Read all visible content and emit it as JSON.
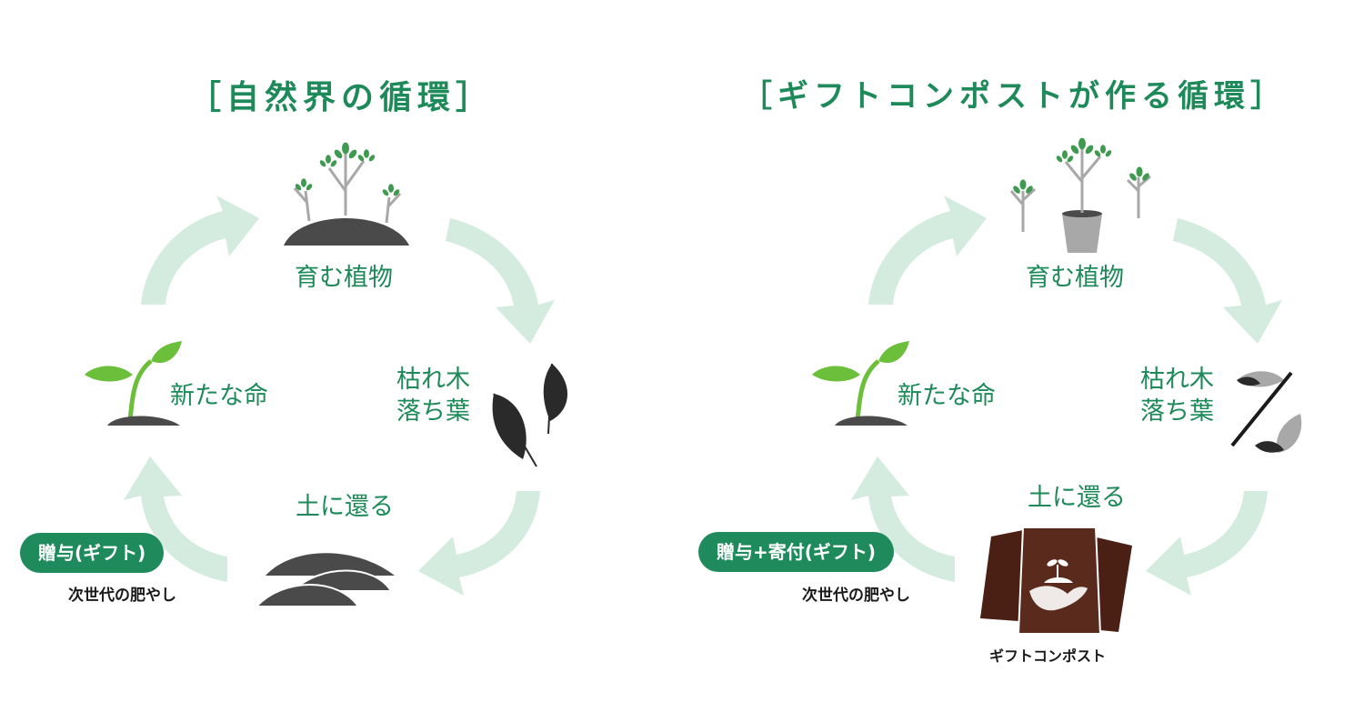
{
  "left": {
    "title": "［自然界の循環］",
    "stages": {
      "growing_plants": "育む植物",
      "withered": "枯れ木\n落ち葉",
      "return_to_soil": "土に還る",
      "new_life": "新たな命"
    },
    "badge": "贈与(ギフト)",
    "badge_caption": "次世代の肥やし"
  },
  "right": {
    "title": "［ギフトコンポストが作る循環］",
    "stages": {
      "growing_plants": "育む植物",
      "withered": "枯れ木\n落ち葉",
      "return_to_soil": "土に還る",
      "new_life": "新たな命"
    },
    "badge": "贈与+寄付(ギフト)",
    "badge_caption": "次世代の肥やし",
    "product_label": "ギフトコンポスト"
  },
  "colors": {
    "accent_green": "#1e8a5a",
    "arrow_green": "#d4ebe0",
    "leaf_green": "#6cbf3a",
    "soil_dark": "#4a4a4a",
    "compost_brown": "#4a1f14"
  },
  "icons": [
    "tree-on-hill-icon",
    "dead-leaves-icon",
    "soil-mounds-icon",
    "sprout-icon",
    "potted-trees-icon",
    "leaves-divided-icon",
    "compost-bags-icon"
  ]
}
